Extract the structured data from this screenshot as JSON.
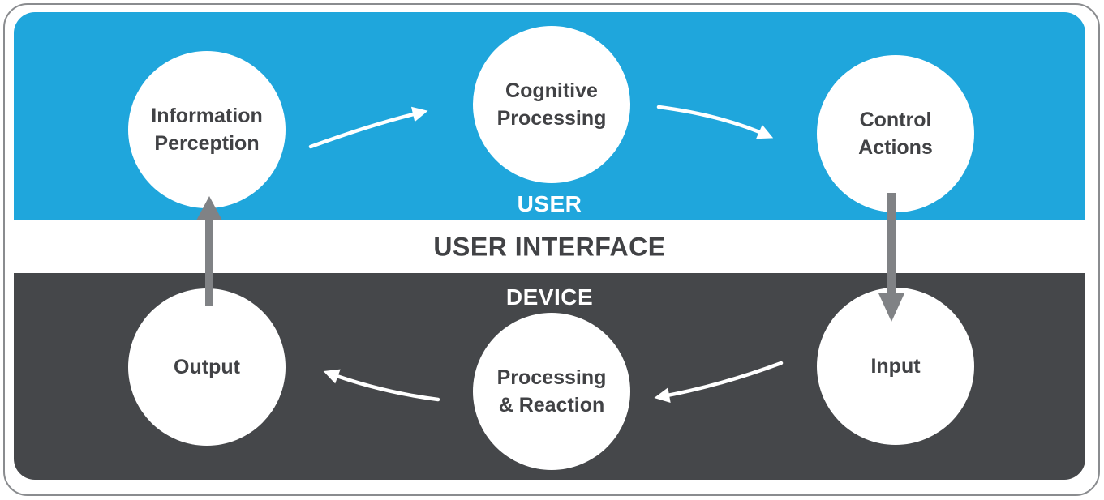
{
  "bands": {
    "user": {
      "label": "USER"
    },
    "interface": {
      "label": "USER INTERFACE"
    },
    "device": {
      "label": "DEVICE"
    }
  },
  "nodes": {
    "information_perception": {
      "line1": "Information",
      "line2": "Perception"
    },
    "cognitive_processing": {
      "line1": "Cognitive",
      "line2": "Processing"
    },
    "control_actions": {
      "line1": "Control",
      "line2": "Actions"
    },
    "output": {
      "line1": "Output",
      "line2": ""
    },
    "processing_reaction": {
      "line1": "Processing",
      "line2": "& Reaction"
    },
    "input": {
      "line1": "Input",
      "line2": ""
    }
  },
  "flow": [
    "Information Perception -> Cognitive Processing",
    "Cognitive Processing -> Control Actions",
    "Control Actions -> Input",
    "Input -> Processing & Reaction",
    "Processing & Reaction -> Output",
    "Output -> Information Perception"
  ],
  "colors": {
    "user_band": "#1FA6DC",
    "interface_band": "#FFFFFF",
    "device_band": "#45474A",
    "gray_arrow": "#808285",
    "circle_text": "#414245",
    "interface_text": "#414245",
    "band_label_text": "#FFFFFF",
    "node_fill": "#FFFFFF",
    "frame_border": "#8A8C8F"
  }
}
